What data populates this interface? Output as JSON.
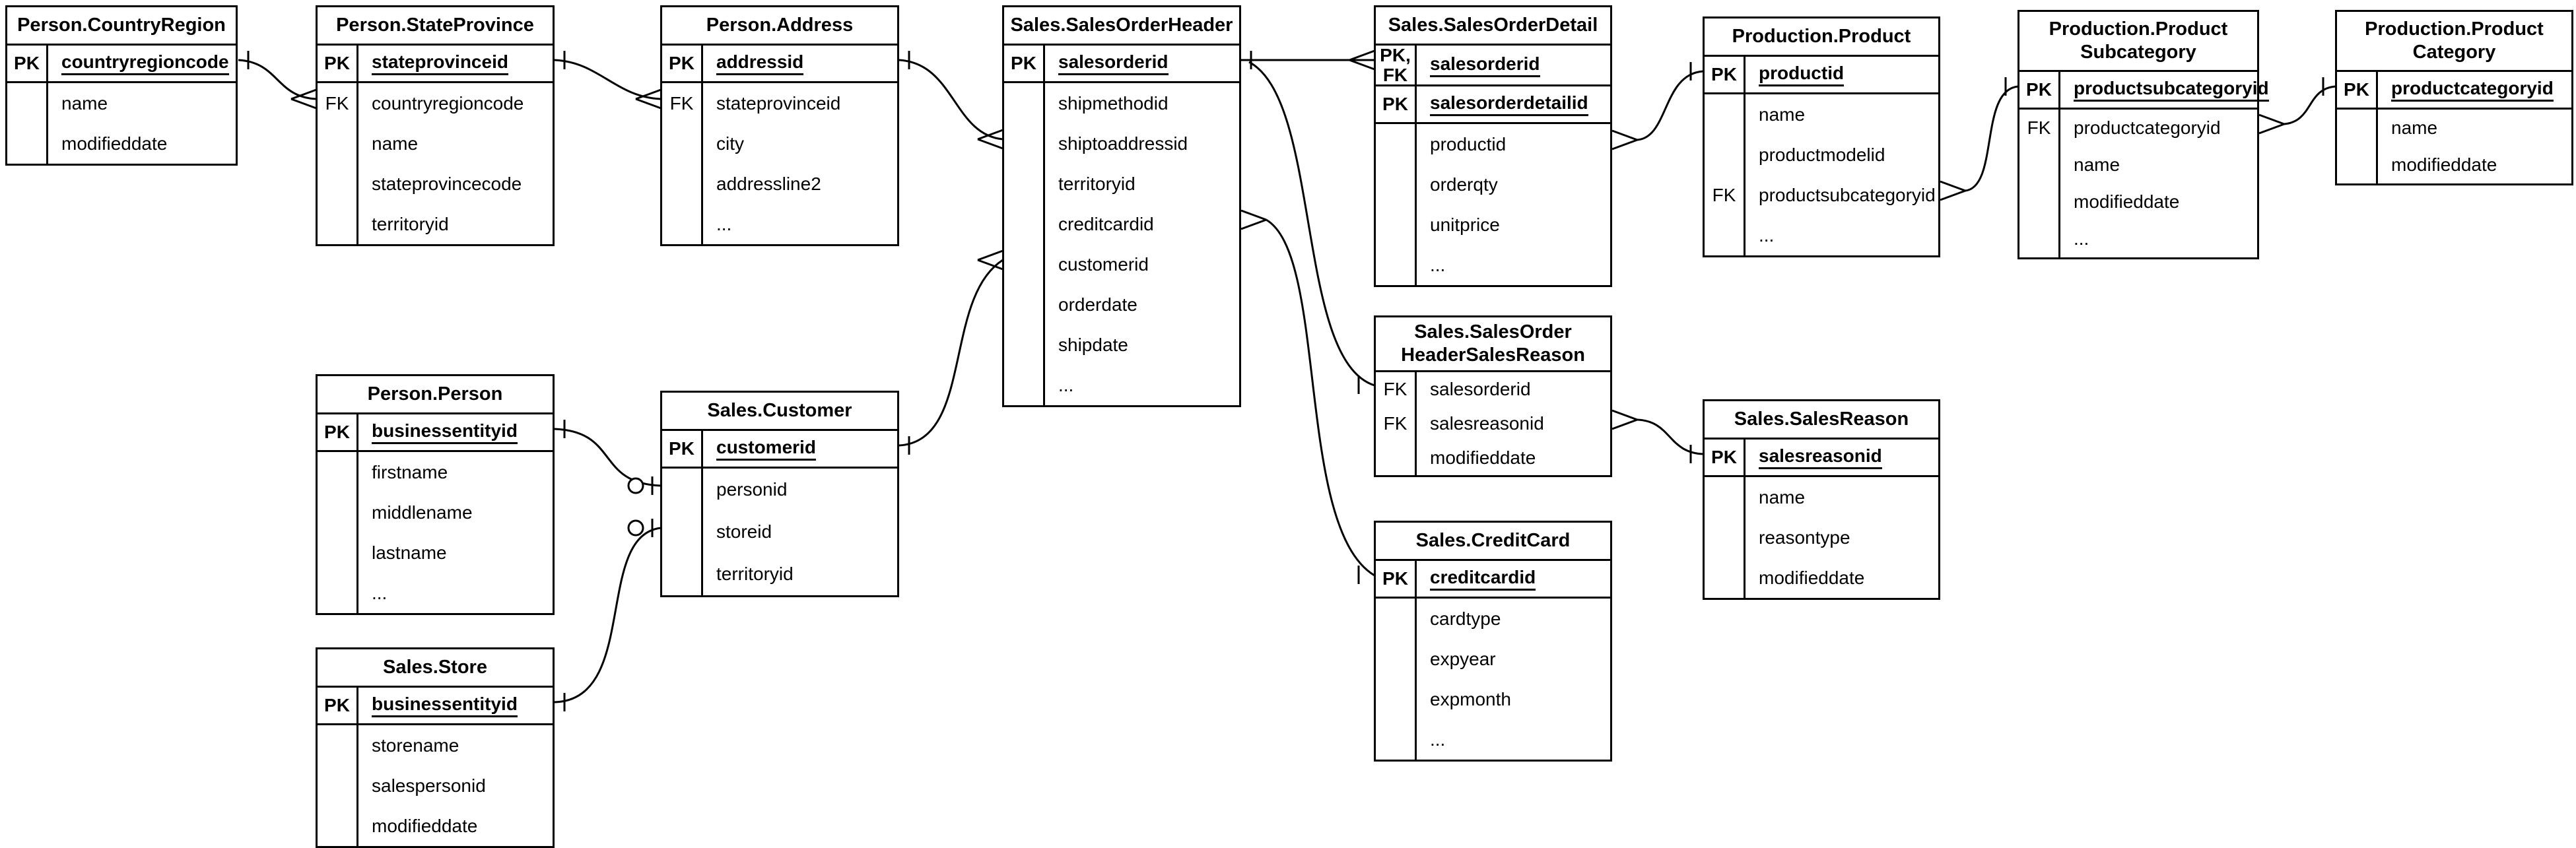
{
  "diagram": {
    "title": "AdventureWorks sales schema ER diagram",
    "notation": "crow's foot",
    "colors": {
      "line": "#000000",
      "background": "#ffffff",
      "table_fill": "#ffffff"
    },
    "ellipsis": "...",
    "tables": [
      {
        "id": "person-countryregion",
        "title": "Person.CountryRegion",
        "fields": [
          {
            "key": "PK",
            "name": "countryregioncode",
            "pk": true,
            "keyrow": true
          },
          {
            "key": "",
            "name": "name"
          },
          {
            "key": "",
            "name": "modifieddate"
          }
        ]
      },
      {
        "id": "person-stateprovince",
        "title": "Person.StateProvince",
        "fields": [
          {
            "key": "PK",
            "name": "stateprovinceid",
            "pk": true,
            "keyrow": true
          },
          {
            "key": "FK",
            "name": "countryregioncode"
          },
          {
            "key": "",
            "name": "name"
          },
          {
            "key": "",
            "name": "stateprovincecode"
          },
          {
            "key": "",
            "name": "territoryid"
          }
        ]
      },
      {
        "id": "person-address",
        "title": "Person.Address",
        "fields": [
          {
            "key": "PK",
            "name": "addressid",
            "pk": true,
            "keyrow": true
          },
          {
            "key": "FK",
            "name": "stateprovinceid"
          },
          {
            "key": "",
            "name": "city"
          },
          {
            "key": "",
            "name": "addressline2"
          },
          {
            "key": "",
            "name": "..."
          }
        ]
      },
      {
        "id": "sales-salesorderheader",
        "title": "Sales.SalesOrderHeader",
        "fields": [
          {
            "key": "PK",
            "name": "salesorderid",
            "pk": true,
            "keyrow": true
          },
          {
            "key": "",
            "name": "shipmethodid"
          },
          {
            "key": "",
            "name": "shiptoaddressid"
          },
          {
            "key": "",
            "name": "territoryid"
          },
          {
            "key": "",
            "name": "creditcardid"
          },
          {
            "key": "",
            "name": "customerid"
          },
          {
            "key": "",
            "name": "orderdate"
          },
          {
            "key": "",
            "name": "shipdate"
          },
          {
            "key": "",
            "name": "..."
          }
        ]
      },
      {
        "id": "sales-salesorderdetail",
        "title": "Sales.SalesOrderDetail",
        "fields": [
          {
            "key": "PK,\nFK",
            "name": "salesorderid",
            "pk": true,
            "keyrow": true
          },
          {
            "key": "PK",
            "name": "salesorderdetailid",
            "pk": true,
            "keyrow": true
          },
          {
            "key": "",
            "name": "productid"
          },
          {
            "key": "",
            "name": "orderqty"
          },
          {
            "key": "",
            "name": "unitprice"
          },
          {
            "key": "",
            "name": "..."
          }
        ]
      },
      {
        "id": "production-product",
        "title": "Production.Product",
        "fields": [
          {
            "key": "PK",
            "name": "productid",
            "pk": true,
            "keyrow": true
          },
          {
            "key": "",
            "name": "name"
          },
          {
            "key": "",
            "name": "productmodelid"
          },
          {
            "key": "FK",
            "name": "productsubcategoryid"
          },
          {
            "key": "",
            "name": "..."
          }
        ]
      },
      {
        "id": "production-productsubcategory",
        "title": "Production.Product\nSubcategory",
        "fields": [
          {
            "key": "PK",
            "name": "productsubcategoryid",
            "pk": true,
            "keyrow": true
          },
          {
            "key": "FK",
            "name": "productcategoryid"
          },
          {
            "key": "",
            "name": "name"
          },
          {
            "key": "",
            "name": "modifieddate"
          },
          {
            "key": "",
            "name": "..."
          }
        ]
      },
      {
        "id": "production-productcategory",
        "title": "Production.Product\nCategory",
        "fields": [
          {
            "key": "PK",
            "name": "productcategoryid",
            "pk": true,
            "keyrow": true
          },
          {
            "key": "",
            "name": "name"
          },
          {
            "key": "",
            "name": "modifieddate"
          }
        ]
      },
      {
        "id": "person-person",
        "title": "Person.Person",
        "fields": [
          {
            "key": "PK",
            "name": "businessentityid",
            "pk": true,
            "keyrow": true
          },
          {
            "key": "",
            "name": "firstname"
          },
          {
            "key": "",
            "name": "middlename"
          },
          {
            "key": "",
            "name": "lastname"
          },
          {
            "key": "",
            "name": "..."
          }
        ]
      },
      {
        "id": "sales-customer",
        "title": "Sales.Customer",
        "fields": [
          {
            "key": "PK",
            "name": "customerid",
            "pk": true,
            "keyrow": true
          },
          {
            "key": "",
            "name": "personid"
          },
          {
            "key": "",
            "name": "storeid"
          },
          {
            "key": "",
            "name": "territoryid"
          }
        ]
      },
      {
        "id": "sales-salesorderheadersalesreason",
        "title": "Sales.SalesOrder\nHeaderSalesReason",
        "fields": [
          {
            "key": "FK",
            "name": "salesorderid"
          },
          {
            "key": "FK",
            "name": "salesreasonid"
          },
          {
            "key": "",
            "name": "modifieddate"
          }
        ]
      },
      {
        "id": "sales-salesreason",
        "title": "Sales.SalesReason",
        "fields": [
          {
            "key": "PK",
            "name": "salesreasonid",
            "pk": true,
            "keyrow": true
          },
          {
            "key": "",
            "name": "name"
          },
          {
            "key": "",
            "name": "reasontype"
          },
          {
            "key": "",
            "name": "modifieddate"
          }
        ]
      },
      {
        "id": "sales-creditcard",
        "title": "Sales.CreditCard",
        "fields": [
          {
            "key": "PK",
            "name": "creditcardid",
            "pk": true,
            "keyrow": true
          },
          {
            "key": "",
            "name": "cardtype"
          },
          {
            "key": "",
            "name": "expyear"
          },
          {
            "key": "",
            "name": "expmonth"
          },
          {
            "key": "",
            "name": "..."
          }
        ]
      },
      {
        "id": "sales-store",
        "title": "Sales.Store",
        "fields": [
          {
            "key": "PK",
            "name": "businessentityid",
            "pk": true,
            "keyrow": true
          },
          {
            "key": "",
            "name": "storename"
          },
          {
            "key": "",
            "name": "salespersonid"
          },
          {
            "key": "",
            "name": "modifieddate"
          }
        ]
      }
    ],
    "relationships": [
      {
        "from_table": "Person.CountryRegion",
        "from_field": "countryregioncode",
        "from_cardinality": "one",
        "to_table": "Person.StateProvince",
        "to_field": "countryregioncode",
        "to_cardinality": "many"
      },
      {
        "from_table": "Person.StateProvince",
        "from_field": "stateprovinceid",
        "from_cardinality": "one",
        "to_table": "Person.Address",
        "to_field": "stateprovinceid",
        "to_cardinality": "many"
      },
      {
        "from_table": "Person.Address",
        "from_field": "addressid",
        "from_cardinality": "one",
        "to_table": "Sales.SalesOrderHeader",
        "to_field": "shiptoaddressid",
        "to_cardinality": "many"
      },
      {
        "from_table": "Sales.Customer",
        "from_field": "customerid",
        "from_cardinality": "one",
        "to_table": "Sales.SalesOrderHeader",
        "to_field": "customerid",
        "to_cardinality": "many"
      },
      {
        "from_table": "Sales.SalesOrderHeader",
        "from_field": "salesorderid",
        "from_cardinality": "one",
        "to_table": "Sales.SalesOrderDetail",
        "to_field": "salesorderid",
        "to_cardinality": "many"
      },
      {
        "from_table": "Sales.SalesOrderHeader",
        "from_field": "salesorderid",
        "from_cardinality": "one",
        "to_table": "Sales.SalesOrderHeaderSalesReason",
        "to_field": "salesorderid",
        "to_cardinality": "one"
      },
      {
        "from_table": "Sales.SalesOrderHeader",
        "from_field": "creditcardid",
        "from_cardinality": "many",
        "to_table": "Sales.CreditCard",
        "to_field": "creditcardid",
        "to_cardinality": "one"
      },
      {
        "from_table": "Sales.SalesOrderDetail",
        "from_field": "productid",
        "from_cardinality": "many",
        "to_table": "Production.Product",
        "to_field": "productid",
        "to_cardinality": "one"
      },
      {
        "from_table": "Production.Product",
        "from_field": "productsubcategoryid",
        "from_cardinality": "many",
        "to_table": "Production.ProductSubcategory",
        "to_field": "productsubcategoryid",
        "to_cardinality": "one"
      },
      {
        "from_table": "Production.ProductSubcategory",
        "from_field": "productcategoryid",
        "from_cardinality": "many",
        "to_table": "Production.ProductCategory",
        "to_field": "productcategoryid",
        "to_cardinality": "one"
      },
      {
        "from_table": "Sales.SalesOrderHeaderSalesReason",
        "from_field": "salesreasonid",
        "from_cardinality": "many",
        "to_table": "Sales.SalesReason",
        "to_field": "salesreasonid",
        "to_cardinality": "one"
      },
      {
        "from_table": "Person.Person",
        "from_field": "businessentityid",
        "from_cardinality": "one",
        "to_table": "Sales.Customer",
        "to_field": "personid",
        "to_cardinality": "zero-or-one"
      },
      {
        "from_table": "Sales.Store",
        "from_field": "businessentityid",
        "from_cardinality": "one",
        "to_table": "Sales.Customer",
        "to_field": "storeid",
        "to_cardinality": "zero-or-one"
      }
    ]
  }
}
